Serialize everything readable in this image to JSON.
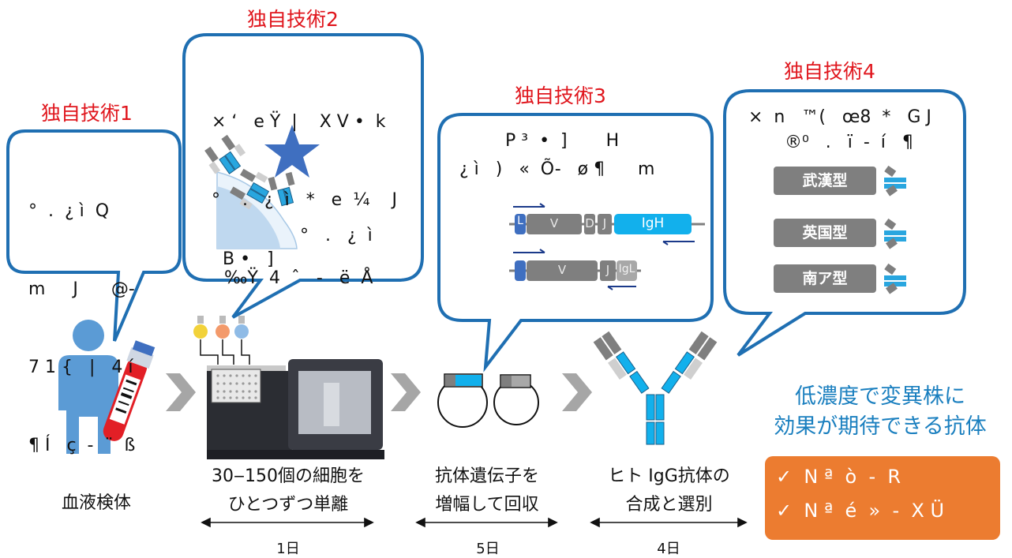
{
  "tech_labels": [
    "独自技術1",
    "独自技術2",
    "独自技術3",
    "独自技術4"
  ],
  "bubble1_lines": [
    "°  .  ¿ ì  Q",
    "m     J      @-",
    "7 1 {   |   4 í",
    "¶ Í   ç  -  ¨  ß"
  ],
  "bubble2_lines": [
    "× ‘   e Ÿ  |    X V •  k",
    "°    .   ¿  ì   *   e  ¼    J",
    "‰Ÿ  4  ˆ   -   ë  Å"
  ],
  "bubble2_bottom": [
    "°   .   ¿  ì",
    "B •   ]"
  ],
  "bubble3_lines": [
    "P ³  •  ]       H",
    "¿ ì   )   «  Õ-   ø ¶      m"
  ],
  "bubble3_genes": {
    "v": "V",
    "d": "D",
    "j": "J",
    "igh": "IgH",
    "igl": "IgL",
    "l": "L"
  },
  "bubble4_lines": [
    "×  n   ™(   œ8  *   G J",
    "®⁰   .   ï  -  í   ¶"
  ],
  "variants": [
    "武漢型",
    "英国型",
    "南ア型"
  ],
  "steps": [
    {
      "label_lines": [
        "血液検体"
      ]
    },
    {
      "label_lines": [
        "30‒150個の細胞を",
        "ひとつずつ単離"
      ],
      "days": "1日"
    },
    {
      "label_lines": [
        "抗体遺伝子を",
        "増幅して回収"
      ],
      "days": "5日"
    },
    {
      "label_lines": [
        "ヒト IgG抗体の",
        "合成と選別"
      ],
      "days": "4日"
    }
  ],
  "effect_lines": [
    "低濃度で変異株に",
    "効果が期待できる抗体"
  ],
  "checks": [
    "✓  N ª  ò  -  R",
    "✓  N ª  é  »  -  X Ü"
  ],
  "colors": {
    "tech_red": "#e0161d",
    "bubble_blue": "#1f6fb2",
    "accent_blue": "#1a9ee0",
    "orange": "#ec7c30",
    "effect_blue": "#1a7fbf"
  }
}
